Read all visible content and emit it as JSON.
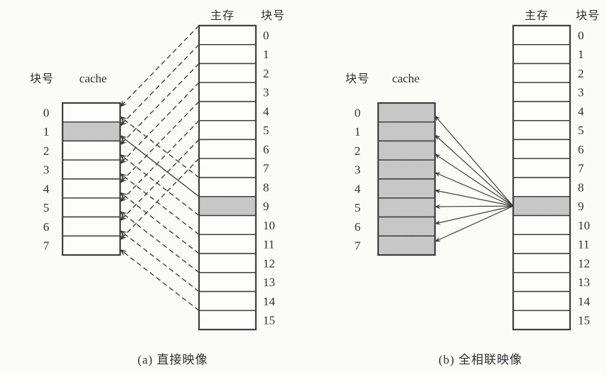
{
  "colors": {
    "line": "#3f3f3f",
    "box_border": "#3f3f3f",
    "shade": "#cbcbcb",
    "shade_dot": "#a9a9a9",
    "box_fill": "#fdfdfc",
    "text": "#2f2f2f",
    "background": "#fbfbf8"
  },
  "diagrams": [
    {
      "key": "a",
      "caption": "(a) 直接映像",
      "cache": {
        "index_label": "块号",
        "name": "cache",
        "row_numbers": [
          "0",
          "1",
          "2",
          "3",
          "4",
          "5",
          "6",
          "7"
        ],
        "highlighted_rows": [
          1
        ]
      },
      "memory": {
        "name": "主存",
        "index_label": "块号",
        "row_numbers": [
          "0",
          "1",
          "2",
          "3",
          "4",
          "5",
          "6",
          "7",
          "8",
          "9",
          "10",
          "11",
          "12",
          "13",
          "14",
          "15"
        ],
        "highlighted_rows": [
          9
        ]
      },
      "mapping": {
        "type": "direct",
        "solid_line_from_block": 9
      }
    },
    {
      "key": "b",
      "caption": "(b) 全相联映像",
      "cache": {
        "index_label": "块号",
        "name": "cache",
        "row_numbers": [
          "0",
          "1",
          "2",
          "3",
          "4",
          "5",
          "6",
          "7"
        ],
        "highlighted_rows": [
          0,
          1,
          2,
          3,
          4,
          5,
          6,
          7
        ]
      },
      "memory": {
        "name": "主存",
        "index_label": "块号",
        "row_numbers": [
          "0",
          "1",
          "2",
          "3",
          "4",
          "5",
          "6",
          "7",
          "8",
          "9",
          "10",
          "11",
          "12",
          "13",
          "14",
          "15"
        ],
        "highlighted_rows": [
          9
        ]
      },
      "mapping": {
        "type": "fully_associative",
        "source_block": 9
      }
    }
  ]
}
